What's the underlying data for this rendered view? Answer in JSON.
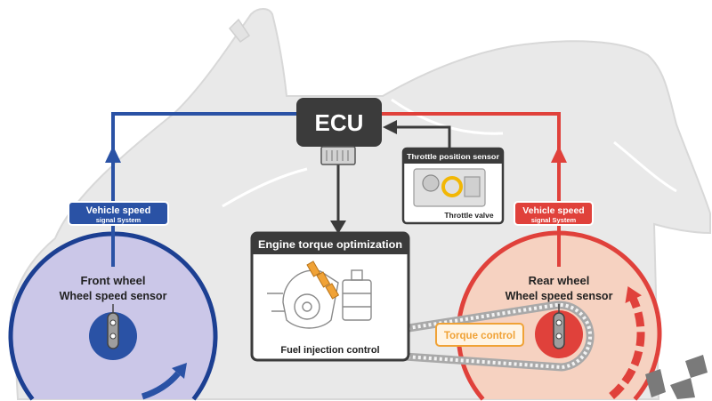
{
  "colors": {
    "blue": "#2a52a5",
    "red": "#e0413b",
    "dark": "#3b3b3b",
    "orange": "#f0a236",
    "front_wheel_fill": "#cbc7e8",
    "rear_wheel_fill": "#f6cfbd",
    "silhouette": "#e9e9e9",
    "white": "#ffffff",
    "text": "#222222"
  },
  "ecu": {
    "label": "ECU"
  },
  "throttle_position_sensor": {
    "title": "Throttle position sensor",
    "valve_label": "Throttle valve"
  },
  "engine_torque_optimization": {
    "title": "Engine torque optimization",
    "caption": "Fuel injection control"
  },
  "front_signal": {
    "line1": "Vehicle speed",
    "line2": "signal System"
  },
  "rear_signal": {
    "line1": "Vehicle speed",
    "line2": "signal System"
  },
  "front_wheel": {
    "line1": "Front wheel",
    "line2": "Wheel speed sensor"
  },
  "rear_wheel": {
    "line1": "Rear wheel",
    "line2": "Wheel speed sensor"
  },
  "torque_control": {
    "label": "Torque control"
  }
}
